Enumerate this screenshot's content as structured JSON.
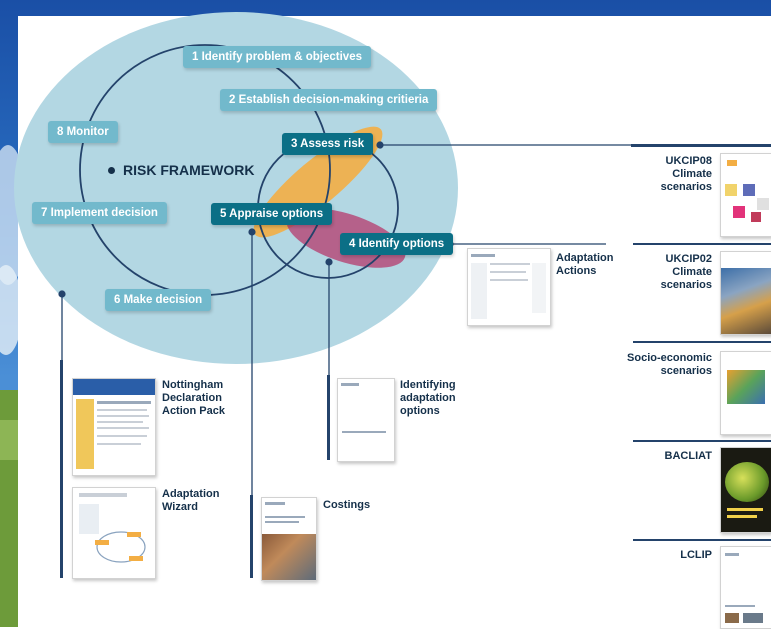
{
  "framework": {
    "title": "RISK FRAMEWORK",
    "steps": {
      "s1": "1 Identify problem & objectives",
      "s2": "2 Establish decision-making critieria",
      "s3": "3 Assess risk",
      "s4": "4 Identify options",
      "s5": "5 Appraise options",
      "s6": "6 Make decision",
      "s7": "7 Implement decision",
      "s8": "8 Monitor"
    }
  },
  "resources": {
    "nottingham": "Nottingham Declaration Action Pack",
    "wizard": "Adaptation Wizard",
    "costings": "Costings",
    "identifying": "Identifying adaptation options",
    "actions": "Adaptation Actions"
  },
  "scenarios": {
    "ukcip08": "UKCIP08 Climate scenarios",
    "ukcip02": "UKCIP02 Climate scenarios",
    "socio": "Socio-economic scenarios",
    "bacliat": "BACLIAT",
    "lclip": "LCLIP"
  },
  "colors": {
    "navy": "#24436b",
    "teal_dark": "#0b6f86",
    "teal_light": "#72b9cc",
    "ellipse": "#b3d7e3",
    "orange": "#f3ae44",
    "magenta": "#b53a6c",
    "sky": "#1f62b6",
    "grass": "#6d9b3a"
  }
}
